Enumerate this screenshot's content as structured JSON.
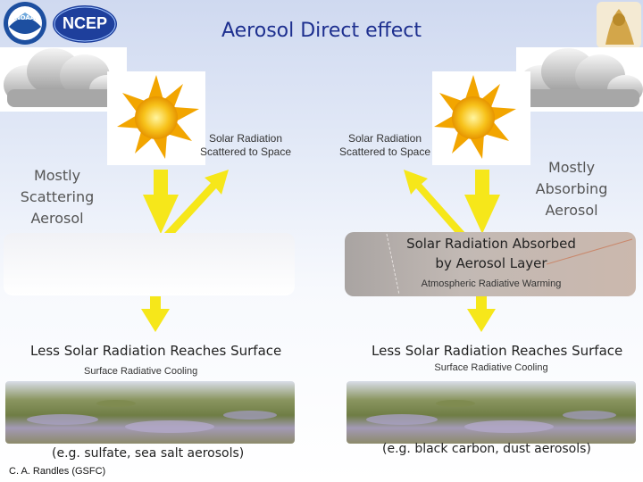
{
  "title": "Aerosol Direct effect",
  "logos": {
    "noaa": "NOAA",
    "ncep": "NCEP"
  },
  "left": {
    "aerosol_type": [
      "Mostly",
      "Scattering",
      "Aerosol"
    ],
    "scattered": [
      "Solar Radiation",
      "Scattered to Space"
    ],
    "surface_main": "Less Solar Radiation Reaches Surface",
    "surface_sub": "Surface Radiative Cooling",
    "examples": "(e.g. sulfate, sea salt aerosols)"
  },
  "right": {
    "aerosol_type": [
      "Mostly",
      "Absorbing",
      "Aerosol"
    ],
    "scattered": [
      "Solar Radiation",
      "Scattered to Space"
    ],
    "absorbed": [
      "Solar Radiation Absorbed",
      "by Aerosol Layer"
    ],
    "warming": "Atmospheric Radiative Warming",
    "surface_main": "Less Solar Radiation Reaches Surface",
    "surface_sub": "Surface Radiative Cooling",
    "examples": "(e.g. black carbon, dust aerosols)"
  },
  "credit": "C. A. Randles (GSFC)",
  "colors": {
    "title": "#1d2f8f",
    "arrow": "#f6e71a",
    "sun": "#f7c21a"
  }
}
